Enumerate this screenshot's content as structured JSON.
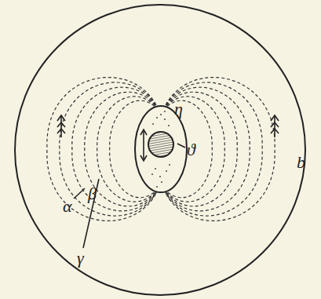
{
  "diagram": {
    "labels": [
      "η",
      "ϑ",
      "α",
      "β",
      "γ",
      "b"
    ]
  }
}
